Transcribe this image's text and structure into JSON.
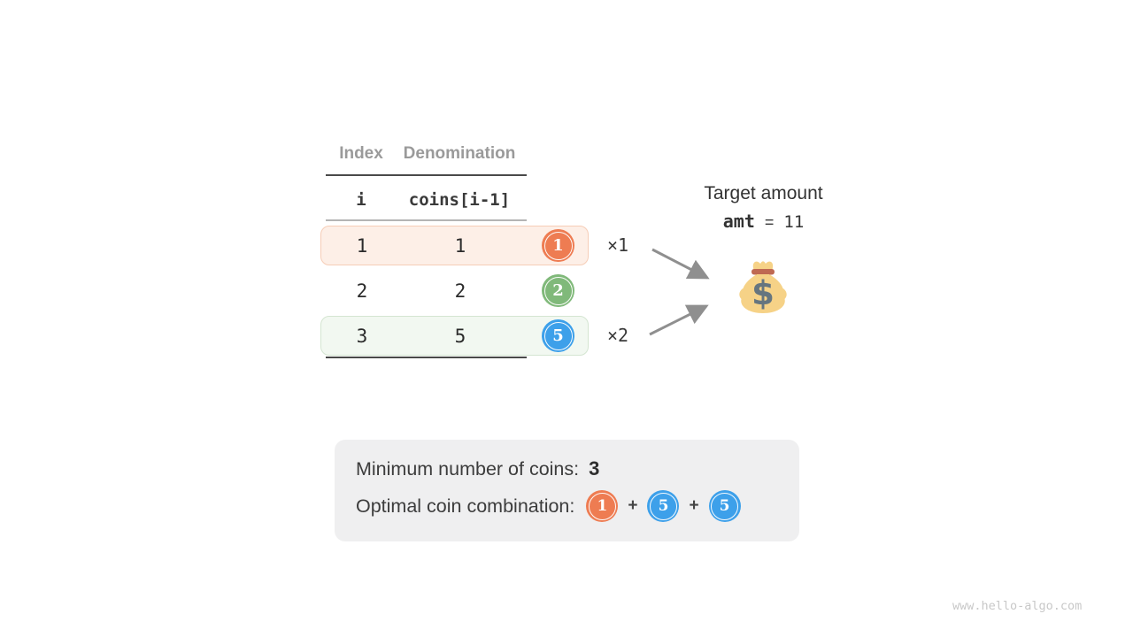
{
  "table": {
    "header": [
      "Index",
      "Denomination"
    ],
    "subheader": [
      "i",
      "coins[i-1]"
    ],
    "rows": [
      {
        "index": "1",
        "denomination": "1",
        "coin": {
          "value": "1",
          "color": "#ee7c52"
        },
        "highlight_bg": "#fdefe7",
        "highlight_border": "#f6cdb7",
        "multiplier": "×1"
      },
      {
        "index": "2",
        "denomination": "2",
        "coin": {
          "value": "2",
          "color": "#80b97a"
        },
        "highlight_bg": "",
        "highlight_border": "",
        "multiplier": ""
      },
      {
        "index": "3",
        "denomination": "5",
        "coin": {
          "value": "5",
          "color": "#3da0ea"
        },
        "highlight_bg": "#f2f8f1",
        "highlight_border": "#d4e5d1",
        "multiplier": "×2"
      }
    ]
  },
  "target": {
    "label": "Target amount",
    "variable": "amt",
    "equals": "=",
    "value": "11",
    "icon": "money-bag"
  },
  "result": {
    "min_coins_label": "Minimum number of coins:",
    "min_coins_value": "3",
    "combination_label": "Optimal coin combination:",
    "plus": "+",
    "combination": [
      {
        "value": "1",
        "color": "#ee7c52"
      },
      {
        "value": "5",
        "color": "#3da0ea"
      },
      {
        "value": "5",
        "color": "#3da0ea"
      }
    ]
  },
  "colors": {
    "arrow": "#8f8f8f",
    "bag_body": "#f6d287",
    "bag_band": "#bf6952",
    "bag_dollar": "#66757f"
  },
  "watermark": "www.hello-algo.com"
}
